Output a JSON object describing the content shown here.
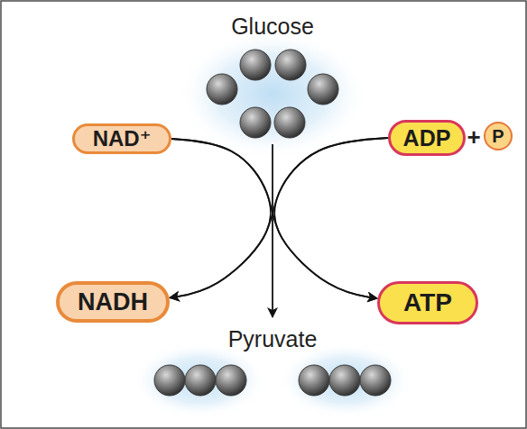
{
  "diagram": {
    "nodes": [
      {
        "text": [
          "NAD⁺"
        ]
      },
      {
        "text": [
          "ADP"
        ]
      },
      {
        "text": [
          "P"
        ]
      },
      {
        "text": [
          "NADH"
        ]
      },
      {
        "text": [
          "ATP"
        ]
      }
    ],
    "edges": [
      {
        "from": 0,
        "to": 3,
        "arrow": "to"
      },
      {
        "from": 0,
        "to": 4,
        "arrow": "to"
      },
      {
        "from": 1,
        "to": 3,
        "arrow": "to"
      },
      {
        "from": 1,
        "to": 4,
        "arrow": "to"
      }
    ],
    "labels": [
      "Glucose",
      "+",
      "Pyruvate"
    ]
  }
}
